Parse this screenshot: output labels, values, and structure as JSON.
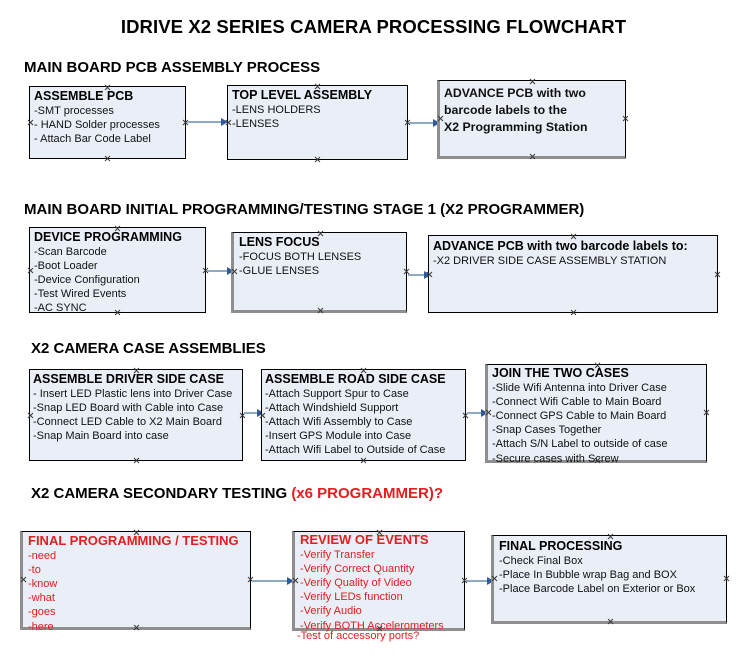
{
  "document": {
    "title": "IDRIVE X2  SERIES CAMERA PROCESSING FLOWCHART"
  },
  "sections": [
    {
      "id": "main-board-pcb-assembly",
      "heading": "MAIN BOARD PCB ASSEMBLY PROCESS",
      "heading_accent": "",
      "boxes": [
        {
          "id": "assemble-pcb",
          "title": "ASSEMBLE PCB",
          "lines": [
            "-SMT processes",
            "- HAND Solder processes",
            "- Attach Bar Code Label"
          ]
        },
        {
          "id": "top-level-assembly",
          "title": "TOP LEVEL ASSEMBLY",
          "lines": [
            "-LENS HOLDERS",
            "-LENSES"
          ]
        },
        {
          "id": "advance-pcb-x2-programming-station",
          "title": "",
          "lines": [
            "ADVANCE PCB with two",
            "barcode labels to the",
            " X2 Programming Station"
          ]
        }
      ]
    },
    {
      "id": "main-board-initial-programming",
      "heading": "MAIN BOARD INITIAL PROGRAMMING/TESTING STAGE 1 (X2 PROGRAMMER)",
      "heading_accent": "",
      "boxes": [
        {
          "id": "device-programming",
          "title": "DEVICE PROGRAMMING",
          "lines": [
            "-Scan Barcode",
            "-Boot Loader",
            "-Device Configuration",
            "-Test Wired Events",
            "-AC SYNC"
          ]
        },
        {
          "id": "lens-focus",
          "title": "LENS FOCUS",
          "lines": [
            "-FOCUS BOTH LENSES",
            "-GLUE LENSES"
          ]
        },
        {
          "id": "advance-pcb-driver-side-case",
          "title": "ADVANCE PCB with two barcode labels to:",
          "lines": [
            "-X2 DRIVER  SIDE  CASE  ASSEMBLY STATION"
          ]
        }
      ]
    },
    {
      "id": "x2-camera-case-assemblies",
      "heading": "X2 CAMERA CASE ASSEMBLIES",
      "heading_accent": "",
      "boxes": [
        {
          "id": "assemble-driver-side-case",
          "title": "ASSEMBLE DRIVER SIDE CASE",
          "lines": [
            "- Insert LED Plastic lens into Driver Case",
            "-Snap LED Board with Cable into Case",
            "-Connect LED Cable to X2 Main Board",
            "-Snap Main Board into case"
          ]
        },
        {
          "id": "assemble-road-side-case",
          "title": "ASSEMBLE ROAD SIDE CASE",
          "lines": [
            "-Attach Support Spur to Case",
            "-Attach Windshield Support",
            "-Attach Wifi Assembly to Case",
            "-Insert GPS Module into Case",
            "-Attach Wifi Label to Outside of Case"
          ]
        },
        {
          "id": "join-the-two-cases",
          "title": "JOIN THE TWO CASES",
          "lines": [
            "-Slide Wifi Antenna into Driver Case",
            "-Connect Wifi Cable to Main Board",
            "-Connect GPS Cable to Main Board",
            "-Snap Cases Together",
            "-Attach S/N Label to outside of case",
            "-Secure cases with Screw"
          ]
        }
      ]
    },
    {
      "id": "x2-camera-secondary-testing",
      "heading": "X2 CAMERA SECONDARY TESTING ",
      "heading_accent": "(x6 PROGRAMMER)?",
      "boxes": [
        {
          "id": "final-programming-testing",
          "title": "FINAL PROGRAMMING / TESTING",
          "lines": [
            "-need",
            "-to",
            "-know",
            "-what",
            "-goes",
            "-here"
          ]
        },
        {
          "id": "review-of-events",
          "title": "REVIEW OF EVENTS",
          "lines": [
            "-Verify Transfer",
            "-Verify Correct Quantity",
            "-Verify Quality of Video",
            "-Verify LEDs function",
            "-Verify Audio",
            "-Verify BOTH Accelerometers"
          ],
          "overflow_line": "-Test of accessory ports?"
        },
        {
          "id": "final-processing",
          "title": "FINAL PROCESSING",
          "lines": [
            " -Check Final Box",
            "-Place In Bubble wrap Bag and BOX",
            "-Place Barcode Label on Exterior or Box"
          ]
        }
      ]
    }
  ],
  "colors": {
    "box_fill": "#e9eef7",
    "box_border": "#000000",
    "accent_red": "#e02020",
    "arrow_line": "#8ea9c4",
    "arrow_head": "#2f5b9c",
    "shadow": "#8e8e8e"
  }
}
